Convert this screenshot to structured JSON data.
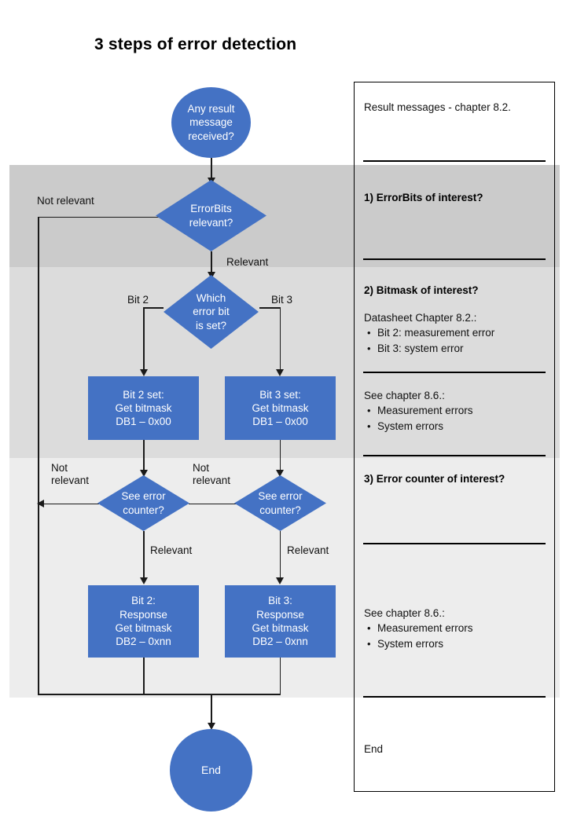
{
  "title": "3 steps of error detection",
  "flow": {
    "start": "Any result\nmessage\nreceived?",
    "d_errorbits": "ErrorBits\nrelevant?",
    "d_which": "Which\nerror bit\nis set?",
    "box_bit2_set": "Bit 2 set:\nGet bitmask\nDB1 – 0x00",
    "box_bit3_set": "Bit 3 set:\nGet bitmask\nDB1 – 0x00",
    "d_counter_left": "See error\ncounter?",
    "d_counter_right": "See error\ncounter?",
    "box_bit2_resp": "Bit 2:\nResponse\nGet bitmask\nDB2 – 0xnn",
    "box_bit3_resp": "Bit 3:\nResponse\nGet bitmask\nDB2 – 0xnn",
    "end": "End"
  },
  "edge_labels": {
    "not_relevant_top": "Not  relevant",
    "relevant_top": "Relevant",
    "bit2": "Bit 2",
    "bit3": "Bit 3",
    "not_relevant_left": "Not\nrelevant",
    "not_relevant_mid": "Not\nrelevant",
    "relevant_left": "Relevant",
    "relevant_right": "Relevant"
  },
  "legend": {
    "s0": {
      "text": "Result messages - chapter 8.2."
    },
    "s1": {
      "head": "1) ErrorBits of interest?"
    },
    "s2": {
      "head": "2) Bitmask of interest?",
      "text": "Datasheet Chapter 8.2.:",
      "items": [
        "Bit 2: measurement  error",
        "Bit 3: system error"
      ],
      "text2": "See chapter 8.6.:",
      "items2": [
        "Measurement  errors",
        "System errors"
      ]
    },
    "s3": {
      "head": "3) Error counter of interest?",
      "text": "See chapter 8.6.:",
      "items": [
        "Measurement  errors",
        "System errors"
      ]
    },
    "s4": {
      "text": "End"
    }
  },
  "colors": {
    "node_blue": "#4472C4",
    "band_1": "#CBCBCB",
    "band_2": "#DCDCDC",
    "band_3": "#EDEDED",
    "line": "#1A1A1A"
  }
}
